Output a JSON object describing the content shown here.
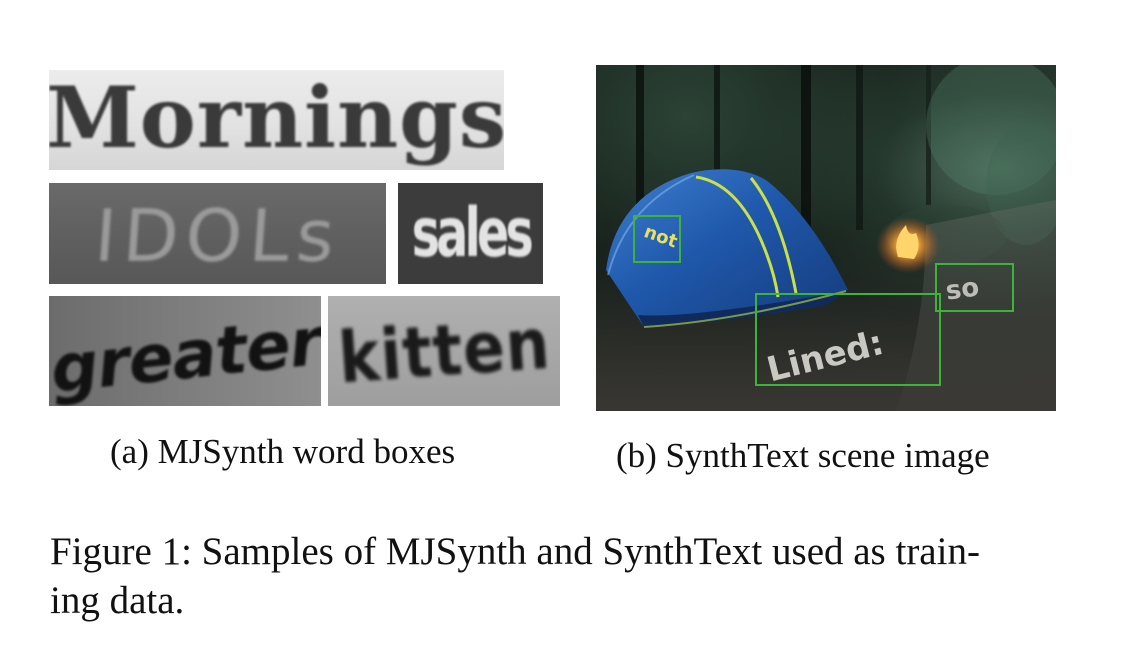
{
  "panel_a": {
    "words": [
      "Mornings",
      "IDOLs",
      "sales",
      "greater",
      "kitten"
    ],
    "caption": "(a) MJSynth word boxes"
  },
  "panel_b": {
    "scene_words": [
      "not",
      "Lined:",
      "so"
    ],
    "caption": "(b) SynthText scene image"
  },
  "figure_caption_line1": "Figure 1: Samples of MJSynth and SynthText used as train-",
  "figure_caption_line2": "ing data.",
  "colors": {
    "text_box_outline": "#3fb23a",
    "tent_blue": "#1f4fa0",
    "fire_orange": "#f0a030"
  }
}
